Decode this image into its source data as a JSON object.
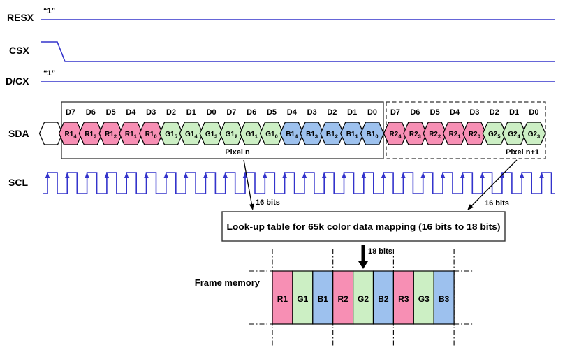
{
  "colors": {
    "signal_blue": "#3333CC",
    "red_bit": "#F78FB4",
    "green_bit": "#CCEFC4",
    "blue_bit": "#9DC1EE",
    "outline": "#333333",
    "arrow_black": "#000000",
    "background": "#FFFFFF"
  },
  "signals": {
    "resx": {
      "label": "RESX",
      "level": "“1”"
    },
    "csx": {
      "label": "CSX"
    },
    "dcx": {
      "label": "D/CX",
      "level": "“1”"
    },
    "sda": {
      "label": "SDA"
    },
    "scl": {
      "label": "SCL",
      "pulses": 26
    }
  },
  "sda_bits": [
    {
      "d": "D7",
      "label": "R1",
      "sub": "4",
      "color": "red_bit"
    },
    {
      "d": "D6",
      "label": "R1",
      "sub": "3",
      "color": "red_bit"
    },
    {
      "d": "D5",
      "label": "R1",
      "sub": "2",
      "color": "red_bit"
    },
    {
      "d": "D4",
      "label": "R1",
      "sub": "1",
      "color": "red_bit"
    },
    {
      "d": "D3",
      "label": "R1",
      "sub": "0",
      "color": "red_bit"
    },
    {
      "d": "D2",
      "label": "G1",
      "sub": "5",
      "color": "green_bit"
    },
    {
      "d": "D1",
      "label": "G1",
      "sub": "4",
      "color": "green_bit"
    },
    {
      "d": "D0",
      "label": "G1",
      "sub": "3",
      "color": "green_bit"
    },
    {
      "d": "D7",
      "label": "G1",
      "sub": "2",
      "color": "green_bit"
    },
    {
      "d": "D6",
      "label": "G1",
      "sub": "1",
      "color": "green_bit"
    },
    {
      "d": "D5",
      "label": "G1",
      "sub": "0",
      "color": "green_bit"
    },
    {
      "d": "D4",
      "label": "B1",
      "sub": "4",
      "color": "blue_bit"
    },
    {
      "d": "D3",
      "label": "B1",
      "sub": "3",
      "color": "blue_bit"
    },
    {
      "d": "D2",
      "label": "B1",
      "sub": "2",
      "color": "blue_bit"
    },
    {
      "d": "D1",
      "label": "B1",
      "sub": "1",
      "color": "blue_bit"
    },
    {
      "d": "D0",
      "label": "B1",
      "sub": "0",
      "color": "blue_bit"
    },
    {
      "d": "D7",
      "label": "R2",
      "sub": "4",
      "color": "red_bit"
    },
    {
      "d": "D6",
      "label": "R2",
      "sub": "3",
      "color": "red_bit"
    },
    {
      "d": "D5",
      "label": "R2",
      "sub": "2",
      "color": "red_bit"
    },
    {
      "d": "D4",
      "label": "R2",
      "sub": "1",
      "color": "red_bit"
    },
    {
      "d": "D3",
      "label": "R2",
      "sub": "0",
      "color": "red_bit"
    },
    {
      "d": "D2",
      "label": "G2",
      "sub": "5",
      "color": "green_bit"
    },
    {
      "d": "D1",
      "label": "G2",
      "sub": "4",
      "color": "green_bit"
    },
    {
      "d": "D0",
      "label": "G2",
      "sub": "3",
      "color": "green_bit"
    }
  ],
  "pixel_n": {
    "label": "Pixel n",
    "bits_label": "16 bits"
  },
  "pixel_n1": {
    "label": "Pixel n+1",
    "bits_label": "16 bits"
  },
  "lut": {
    "label": "Look-up table for 65k color data mapping (16 bits to 18 bits)",
    "output_bits_label": "18 bits"
  },
  "frame_memory": {
    "label": "Frame memory",
    "cells": [
      {
        "label": "R1",
        "color": "red_bit"
      },
      {
        "label": "G1",
        "color": "green_bit"
      },
      {
        "label": "B1",
        "color": "blue_bit"
      },
      {
        "label": "R2",
        "color": "red_bit"
      },
      {
        "label": "G2",
        "color": "green_bit"
      },
      {
        "label": "B2",
        "color": "blue_bit"
      },
      {
        "label": "R3",
        "color": "red_bit"
      },
      {
        "label": "G3",
        "color": "green_bit"
      },
      {
        "label": "B3",
        "color": "blue_bit"
      }
    ]
  }
}
